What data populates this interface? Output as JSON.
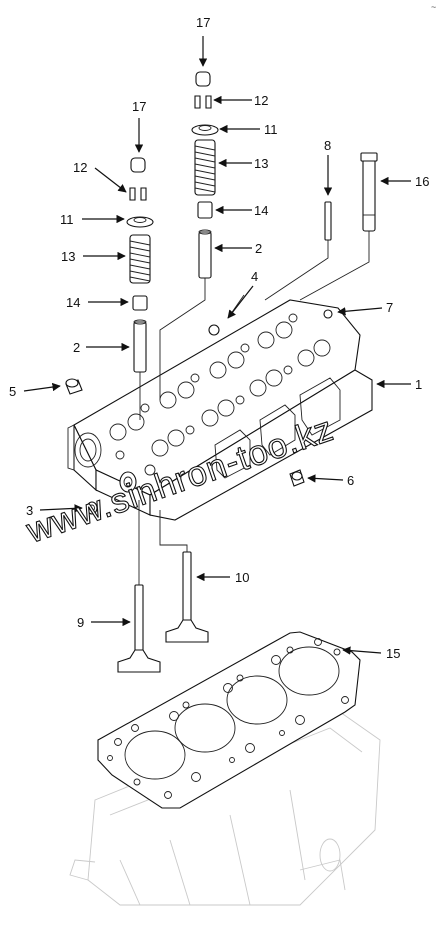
{
  "diagram": {
    "corner_mark": "~",
    "watermark": "www.sinhron-too.kz",
    "callouts": {
      "c17_right": "17",
      "c12_right": "12",
      "c11_right": "11",
      "c13_right": "13",
      "c14_right": "14",
      "c2_right": "2",
      "c17_left": "17",
      "c12_left": "12",
      "c11_left": "11",
      "c13_left": "13",
      "c14_left": "14",
      "c2_left": "2",
      "c8": "8",
      "c16": "16",
      "c4": "4",
      "c7": "7",
      "c5": "5",
      "c1": "1",
      "c6": "6",
      "c3": "3",
      "c10": "10",
      "c9": "9",
      "c15": "15"
    }
  }
}
